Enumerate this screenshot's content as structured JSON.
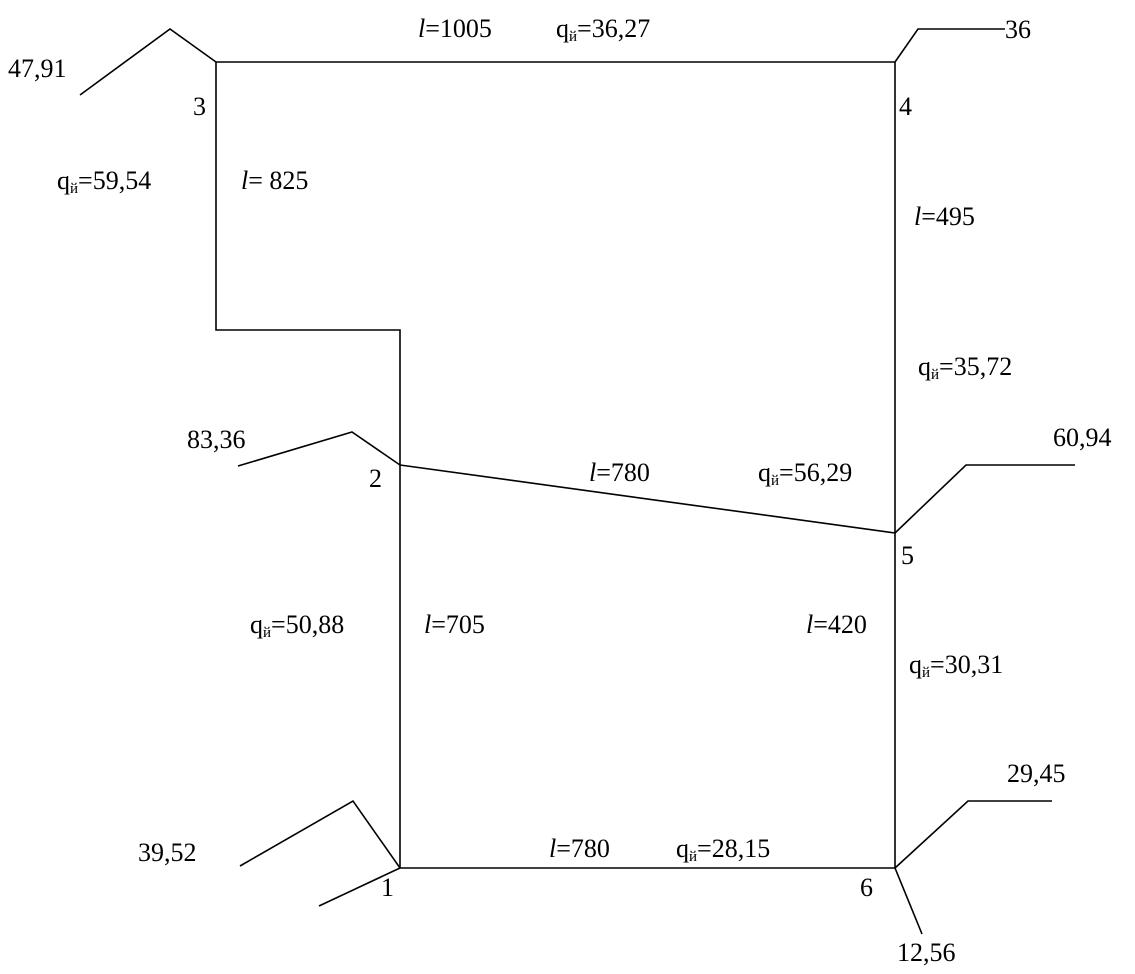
{
  "nodes": {
    "n1": "1",
    "n2": "2",
    "n3": "3",
    "n4": "4",
    "n5": "5",
    "n6": "6"
  },
  "node_flows": {
    "n1": "39,52",
    "n2": "83,36",
    "n3": "47,91",
    "n4": "36",
    "n5": "60,94",
    "n6_upper": "29,45",
    "n6_lower": "12,56"
  },
  "segments": {
    "s3_4": {
      "length": "=1005",
      "flow_sub": "й",
      "flow": "=36,27"
    },
    "s3_2": {
      "length": "= 825",
      "flow_sub": "й",
      "flow": "=59,54"
    },
    "s4_5": {
      "length": "=495",
      "flow_sub": "й",
      "flow": "=35,72"
    },
    "s2_5": {
      "length": "=780",
      "flow_sub": "й",
      "flow": "=56,29"
    },
    "s2_1": {
      "length": "=705",
      "flow_sub": "й",
      "flow": "=50,88"
    },
    "s5_6": {
      "length": "=420",
      "flow_sub": "й",
      "flow": "=30,31"
    },
    "s1_6": {
      "length": "=780",
      "flow_sub": "й",
      "flow": "=28,15"
    }
  },
  "symbols": {
    "length_symbol": "l",
    "flow_symbol": "q"
  }
}
